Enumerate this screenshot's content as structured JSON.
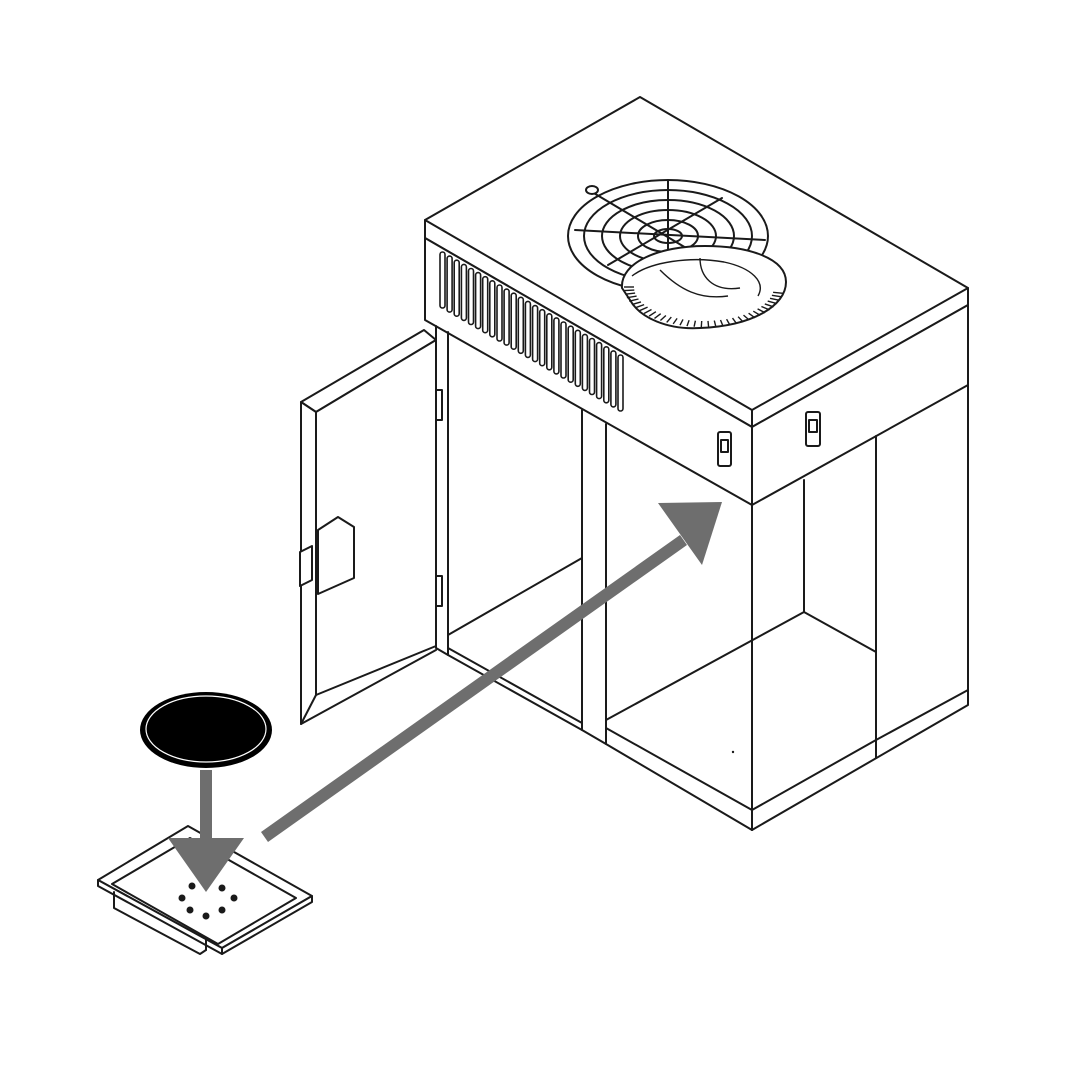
{
  "figure": {
    "subject": "cabinet-with-fan-unit",
    "steps": [
      {
        "from": "dough-disc",
        "to": "perforated-tray"
      },
      {
        "from": "perforated-tray",
        "to": "cabinet-interior"
      }
    ]
  },
  "colors": {
    "outline": "#1a1a1a",
    "arrow": "#6e6e6e",
    "disc": "#000000",
    "background": "#ffffff"
  },
  "icons": [
    "fan-guard-icon",
    "fan-cover-icon",
    "switch-icon",
    "door-handle-icon"
  ]
}
